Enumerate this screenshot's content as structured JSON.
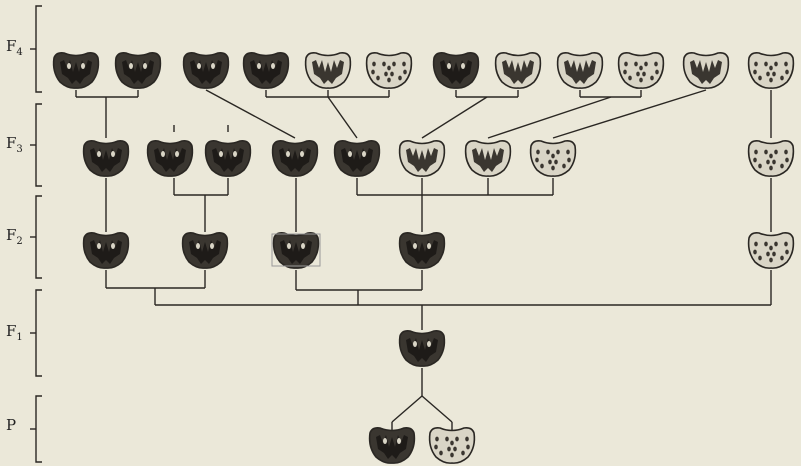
{
  "generations": [
    {
      "key": "f4",
      "label": "F",
      "sub": "4"
    },
    {
      "key": "f3",
      "label": "F",
      "sub": "3"
    },
    {
      "key": "f2",
      "label": "F",
      "sub": "2"
    },
    {
      "key": "f1",
      "label": "F",
      "sub": "1"
    },
    {
      "key": "p",
      "label": "P",
      "sub": ""
    }
  ],
  "colors": {
    "background": "#ebe8d9",
    "ink": "#2a2723",
    "shell": "#d9d5c6",
    "dark_pattern": "#3a3630",
    "light_pattern": "#e4e0d2"
  },
  "individuals": {
    "p": [
      "dark",
      "light"
    ],
    "f1": [
      "dark"
    ],
    "f2": [
      "dark",
      "dark",
      "dark",
      "dark",
      "light"
    ],
    "f3": [
      "dark",
      "dark",
      "dark",
      "dark",
      "dark",
      "medium",
      "medium",
      "light",
      "light"
    ],
    "f4": [
      "dark",
      "dark",
      "dark",
      "dark",
      "medium",
      "light",
      "dark",
      "medium",
      "medium",
      "light",
      "medium",
      "light"
    ]
  }
}
